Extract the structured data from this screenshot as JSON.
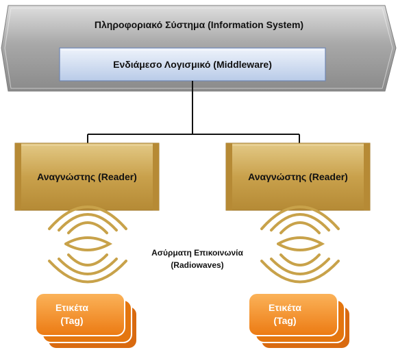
{
  "information_system": {
    "title": "Πληροφοριακό Σύστημα (Information System)"
  },
  "middleware": {
    "label": "Ενδιάμεσο Λογισμικό (Middleware)"
  },
  "readers": [
    {
      "label": "Αναγνώστης (Reader)"
    },
    {
      "label": "Αναγνώστης (Reader)"
    }
  ],
  "wireless": {
    "line1": "Ασύρματη Επικοινωνία",
    "line2": "(Radiowaves)"
  },
  "tags": [
    {
      "line1": "Ετικέτα",
      "line2": "(Tag)"
    },
    {
      "line1": "Ετικέτα",
      "line2": "(Tag)"
    }
  ],
  "colors": {
    "system_panel": "#9a9a9a",
    "middleware_box": "#c9d8f0",
    "reader_box": "#c8a14a",
    "wave": "#c8a24a",
    "tag": "#f28a1e"
  }
}
